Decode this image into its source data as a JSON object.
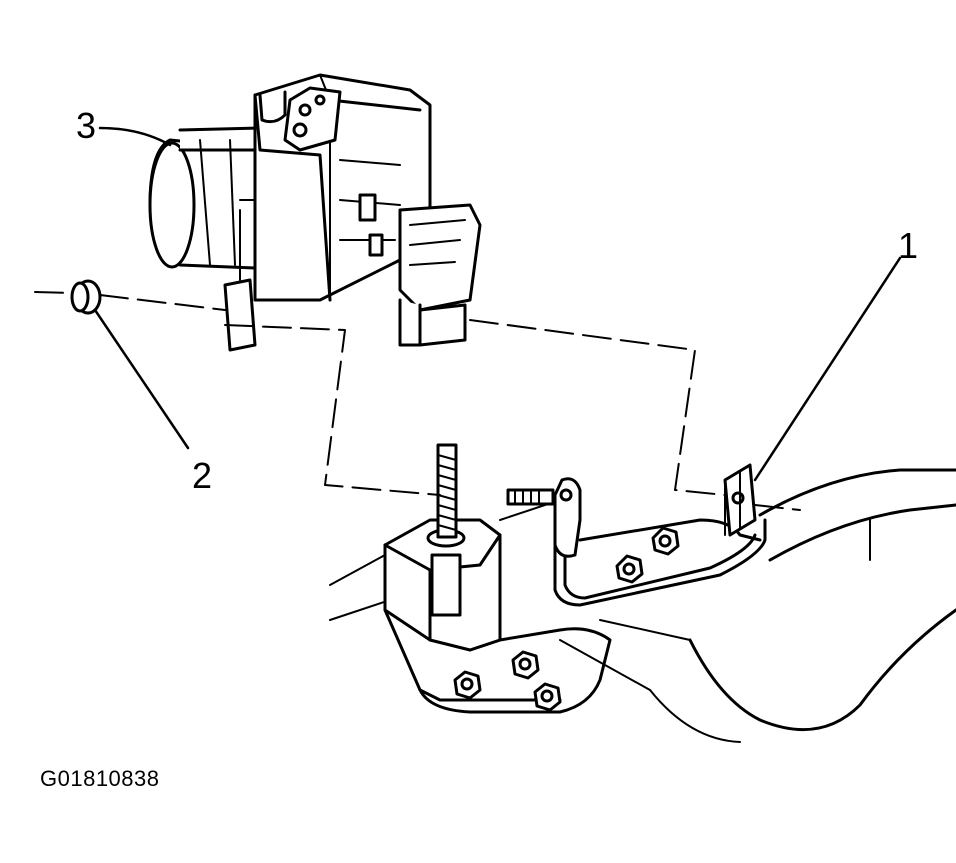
{
  "callouts": {
    "one": "1",
    "two": "2",
    "three": "3"
  },
  "figure_code": "G01810838",
  "colors": {
    "ink": "#000000",
    "paper": "#ffffff"
  }
}
